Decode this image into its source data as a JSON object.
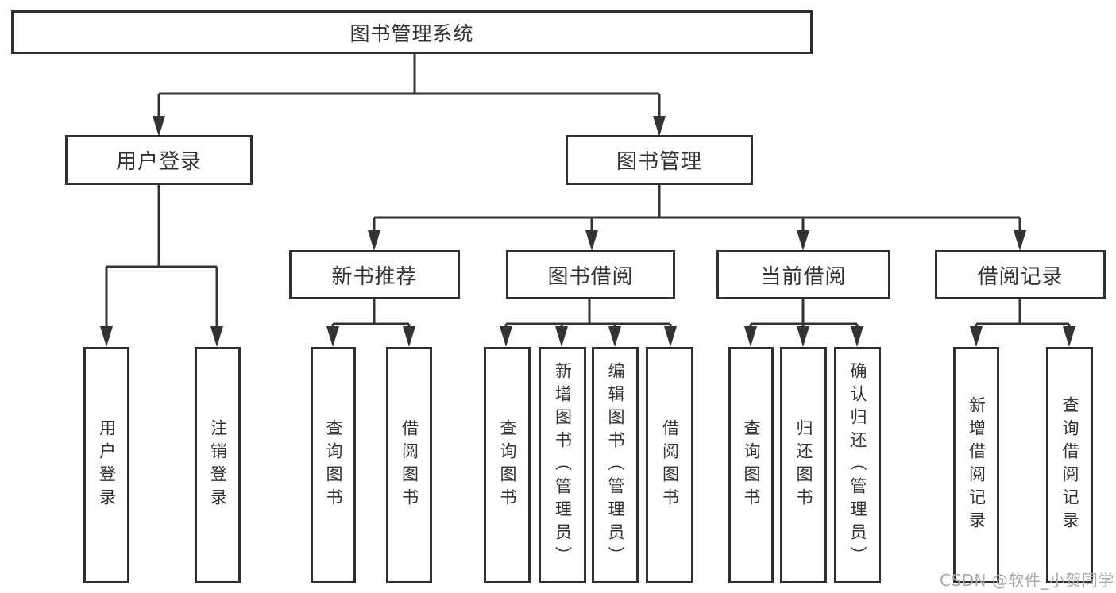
{
  "diagram": {
    "watermark": "CSDN @软件_小贺同学",
    "colors": {
      "line": "#333333",
      "box_border": "#2f2f2f",
      "text": "#333333",
      "background": "#ffffff",
      "watermark": "#a8a8a8"
    }
  },
  "tree": {
    "label": "图书管理系统",
    "children": [
      {
        "label": "用户登录",
        "children": [
          {
            "label": "用户登录"
          },
          {
            "label": "注销登录"
          }
        ]
      },
      {
        "label": "图书管理",
        "children": [
          {
            "label": "新书推荐",
            "children": [
              {
                "label": "查询图书"
              },
              {
                "label": "借阅图书"
              }
            ]
          },
          {
            "label": "图书借阅",
            "children": [
              {
                "label": "查询图书"
              },
              {
                "label": "新增图书（管理员）"
              },
              {
                "label": "编辑图书（管理员）"
              },
              {
                "label": "借阅图书"
              }
            ]
          },
          {
            "label": "当前借阅",
            "children": [
              {
                "label": "查询图书"
              },
              {
                "label": "归还图书"
              },
              {
                "label": "确认归还（管理员）"
              }
            ]
          },
          {
            "label": "借阅记录",
            "children": [
              {
                "label": "新增借阅记录"
              },
              {
                "label": "查询借阅记录"
              }
            ]
          }
        ]
      }
    ]
  }
}
